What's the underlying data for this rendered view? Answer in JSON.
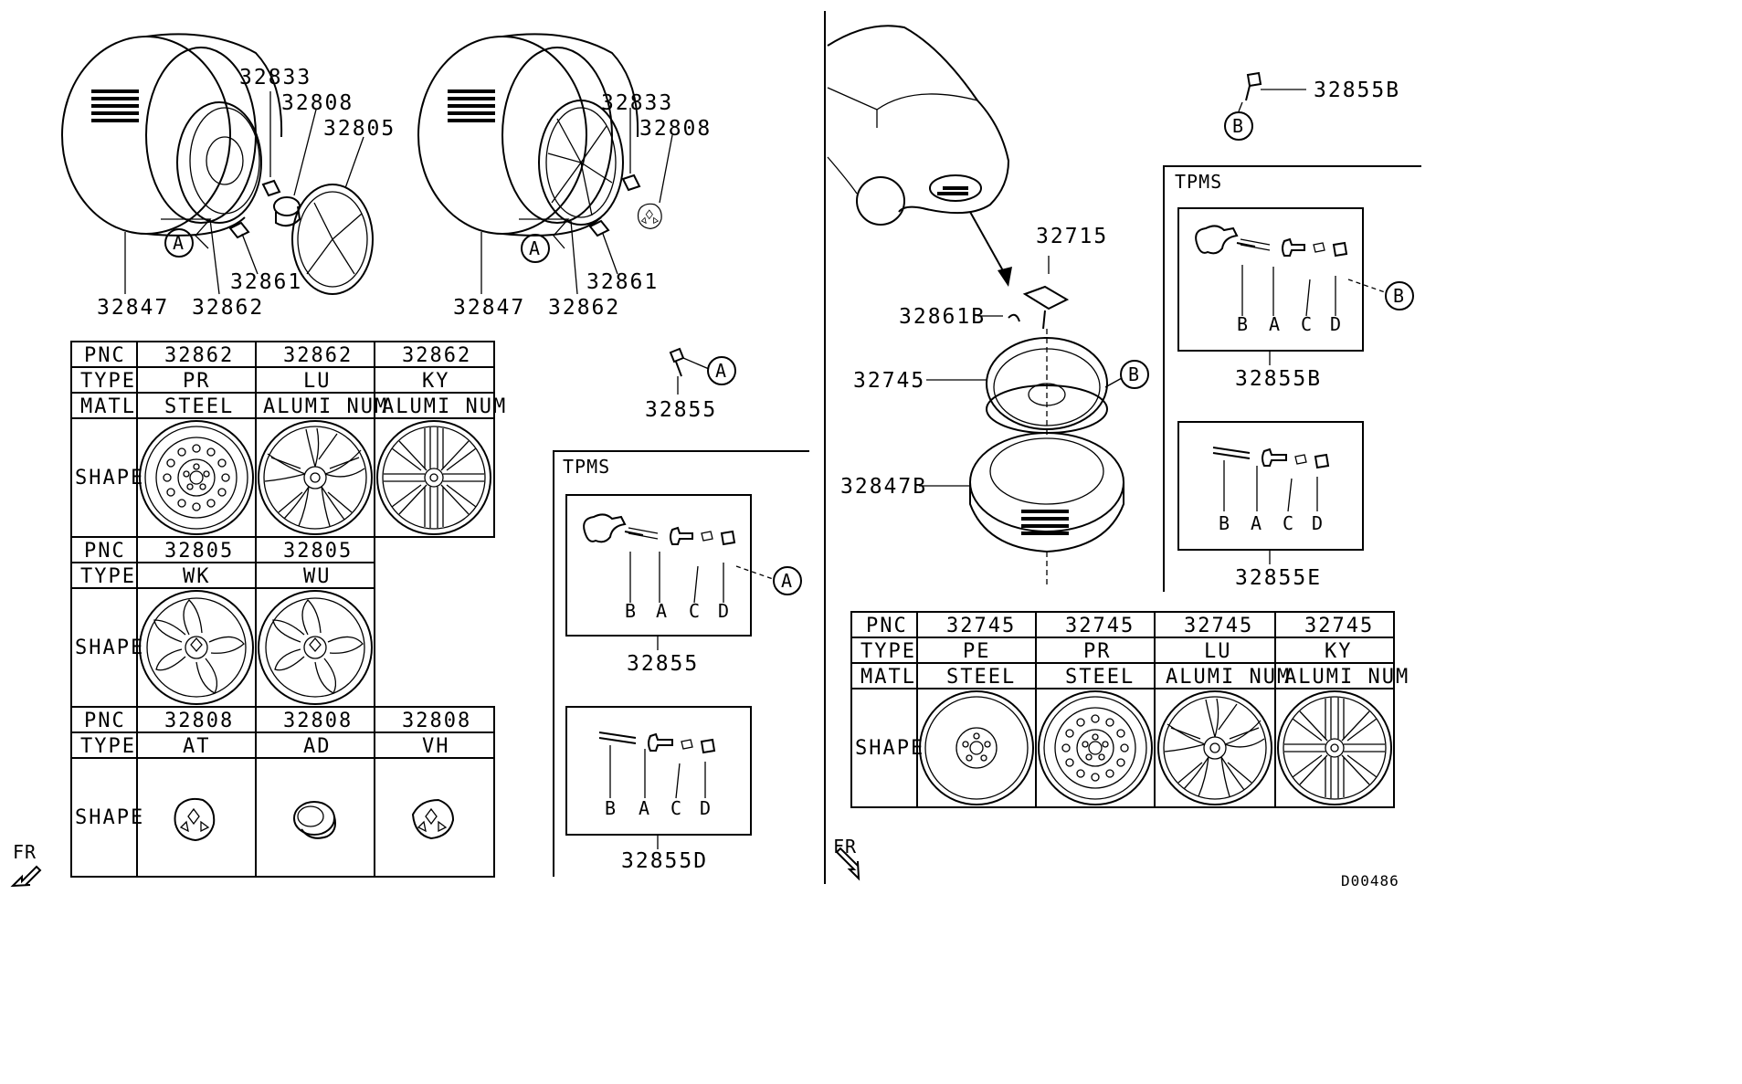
{
  "callouts": {
    "p32833_a": "32833",
    "p32808_a": "32808",
    "p32805": "32805",
    "p32847_a": "32847",
    "p32862_a": "32862",
    "p32861_a": "32861",
    "p32833_b": "32833",
    "p32808_b": "32808",
    "p32847_b": "32847",
    "p32862_b": "32862",
    "p32861_b": "32861",
    "p32855": "32855",
    "p32855_kit": "32855",
    "p32855D": "32855D",
    "p32715": "32715",
    "p32861B": "32861B",
    "p32745": "32745",
    "p32847B": "32847B",
    "p32855B_top": "32855B",
    "p32855B_kit": "32855B",
    "p32855E": "32855E"
  },
  "ref_letters": {
    "A": "A",
    "B": "B",
    "C": "C",
    "D": "D"
  },
  "tpms_labels": {
    "left": "TPMS",
    "right": "TPMS"
  },
  "fr_labels": {
    "left": "FR",
    "right": "FR"
  },
  "drawing_id": "D00486",
  "table_wheel": {
    "row_labels": [
      "PNC",
      "TYPE",
      "MATL",
      "SHAPE"
    ],
    "columns": [
      {
        "pnc": "32862",
        "type": "PR",
        "matl": "STEEL"
      },
      {
        "pnc": "32862",
        "type": "LU",
        "matl": "ALUMI NUM"
      },
      {
        "pnc": "32862",
        "type": "KY",
        "matl": "ALUMI NUM"
      }
    ]
  },
  "table_cover": {
    "row_labels": [
      "PNC",
      "TYPE",
      "SHAPE"
    ],
    "columns": [
      {
        "pnc": "32805",
        "type": "WK"
      },
      {
        "pnc": "32805",
        "type": "WU"
      }
    ]
  },
  "table_cap": {
    "row_labels": [
      "PNC",
      "TYPE",
      "SHAPE"
    ],
    "columns": [
      {
        "pnc": "32808",
        "type": "AT"
      },
      {
        "pnc": "32808",
        "type": "AD"
      },
      {
        "pnc": "32808",
        "type": "VH"
      }
    ]
  },
  "table_spare": {
    "row_labels": [
      "PNC",
      "TYPE",
      "MATL",
      "SHAPE"
    ],
    "columns": [
      {
        "pnc": "32745",
        "type": "PE",
        "matl": "STEEL"
      },
      {
        "pnc": "32745",
        "type": "PR",
        "matl": "STEEL"
      },
      {
        "pnc": "32745",
        "type": "LU",
        "matl": "ALUMI NUM"
      },
      {
        "pnc": "32745",
        "type": "KY",
        "matl": "ALUMI NUM"
      }
    ]
  }
}
